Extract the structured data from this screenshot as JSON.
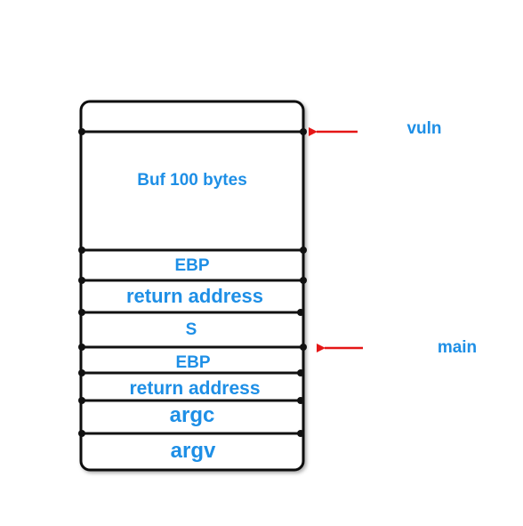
{
  "stack": {
    "cells": [
      {
        "id": "buf",
        "label": "Buf 100 bytes"
      },
      {
        "id": "ebp-vuln",
        "label": "EBP"
      },
      {
        "id": "ret-vuln",
        "label": "return address"
      },
      {
        "id": "s",
        "label": "S"
      },
      {
        "id": "ebp-main",
        "label": "EBP"
      },
      {
        "id": "ret-main",
        "label": "return address"
      },
      {
        "id": "argc",
        "label": "argc"
      },
      {
        "id": "argv",
        "label": "argv"
      }
    ]
  },
  "pointers": {
    "vuln": {
      "label": "vuln"
    },
    "main": {
      "label": "main"
    }
  },
  "colors": {
    "label": "#1e8fe6",
    "arrow": "#e51616",
    "stroke": "#111111"
  }
}
